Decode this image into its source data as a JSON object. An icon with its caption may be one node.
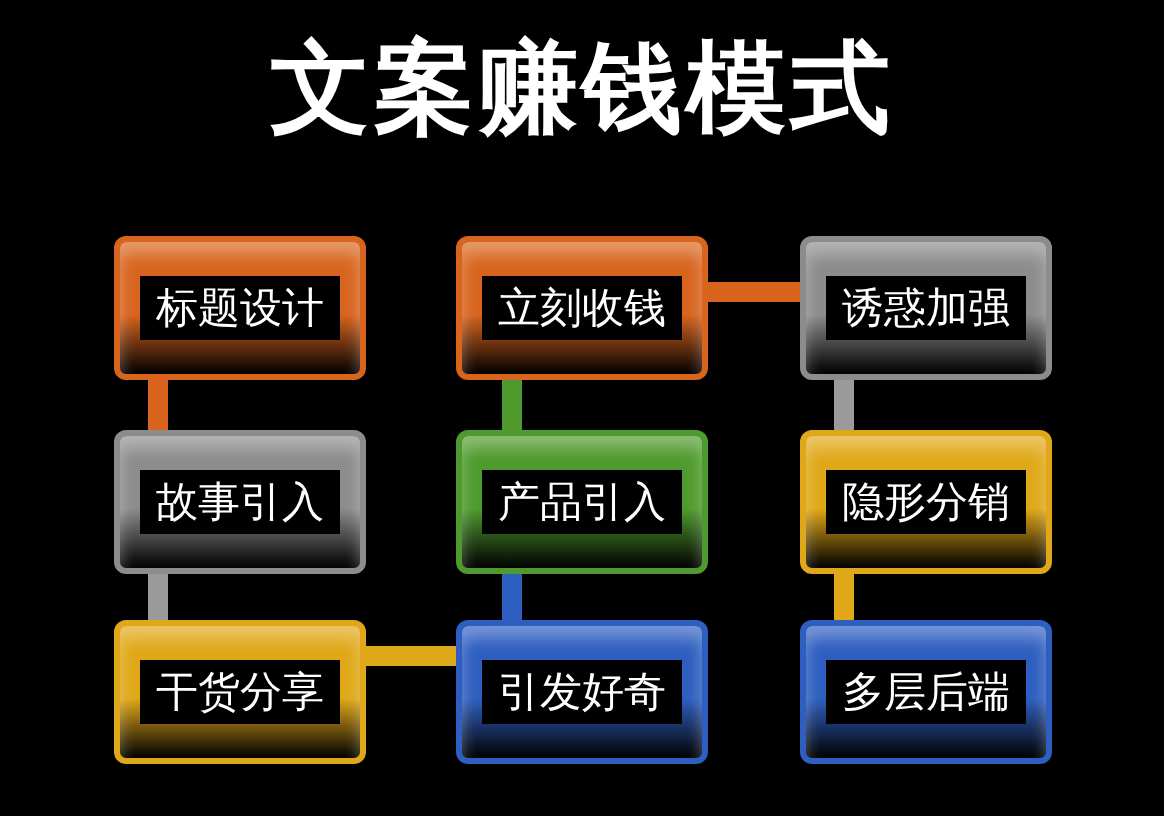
{
  "diagram": {
    "title": "文案赚钱模式",
    "nodes": [
      {
        "text": [
          "标题设计"
        ]
      },
      {
        "text": [
          "立刻收钱"
        ]
      },
      {
        "text": [
          "诱惑加强"
        ]
      },
      {
        "text": [
          "故事引入"
        ]
      },
      {
        "text": [
          "产品引入"
        ]
      },
      {
        "text": [
          "隐形分销"
        ]
      },
      {
        "text": [
          "干货分享"
        ]
      },
      {
        "text": [
          "引发好奇"
        ]
      },
      {
        "text": [
          "多层后端"
        ]
      }
    ],
    "edges": [
      {
        "from": 0,
        "to": 3,
        "arrow": "none",
        "color": "#d8641e"
      },
      {
        "from": 3,
        "to": 6,
        "arrow": "none",
        "color": "#9a9a9a"
      },
      {
        "from": 6,
        "to": 7,
        "arrow": "none",
        "color": "#e0a818"
      },
      {
        "from": 7,
        "to": 4,
        "arrow": "none",
        "color": "#2e5fc0"
      },
      {
        "from": 4,
        "to": 1,
        "arrow": "none",
        "color": "#4f9a2e"
      },
      {
        "from": 1,
        "to": 2,
        "arrow": "none",
        "color": "#d8641e"
      },
      {
        "from": 2,
        "to": 5,
        "arrow": "none",
        "color": "#9a9a9a"
      },
      {
        "from": 5,
        "to": 8,
        "arrow": "none",
        "color": "#e0a818"
      }
    ]
  }
}
